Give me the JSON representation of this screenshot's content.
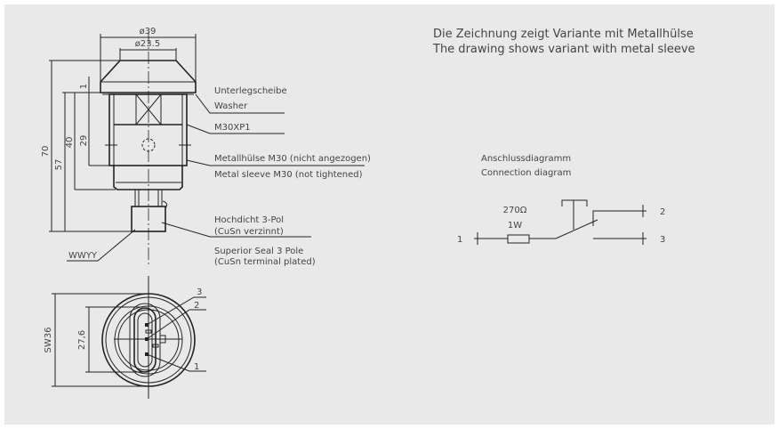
{
  "title": {
    "line1": "Die Zeichnung zeigt Variante mit Metallhülse",
    "line2": "The drawing shows variant with metal sleeve"
  },
  "dimensions": {
    "outer_diameter": "ø39",
    "inner_diameter": "ø23.5",
    "total_height": "70",
    "height_57": "57",
    "height_40": "40",
    "height_29": "29",
    "washer_thickness": "1",
    "wrench_size": "SW36",
    "connector_width": "27,6"
  },
  "callouts": {
    "washer_de": "Unterlegscheibe",
    "washer_en": "Washer",
    "thread": "M30XP1",
    "sleeve_de": "Metallhülse M30 (nicht angezogen)",
    "sleeve_en": "Metal sleeve M30 (not tightened)",
    "seal_de_1": "Hochdicht 3-Pol",
    "seal_de_2": "(CuSn verzinnt)",
    "seal_en_1": "Superior Seal 3 Pole",
    "seal_en_2": "(CuSn terminal plated)",
    "date_code": "WWYY",
    "pin1": "1",
    "pin2": "2",
    "pin3": "3"
  },
  "connection_diagram": {
    "title_de": "Anschlussdiagramm",
    "title_en": "Connection diagram",
    "resistance": "270Ω",
    "power": "1W",
    "terminal1": "1",
    "terminal2": "2",
    "terminal3": "3"
  }
}
